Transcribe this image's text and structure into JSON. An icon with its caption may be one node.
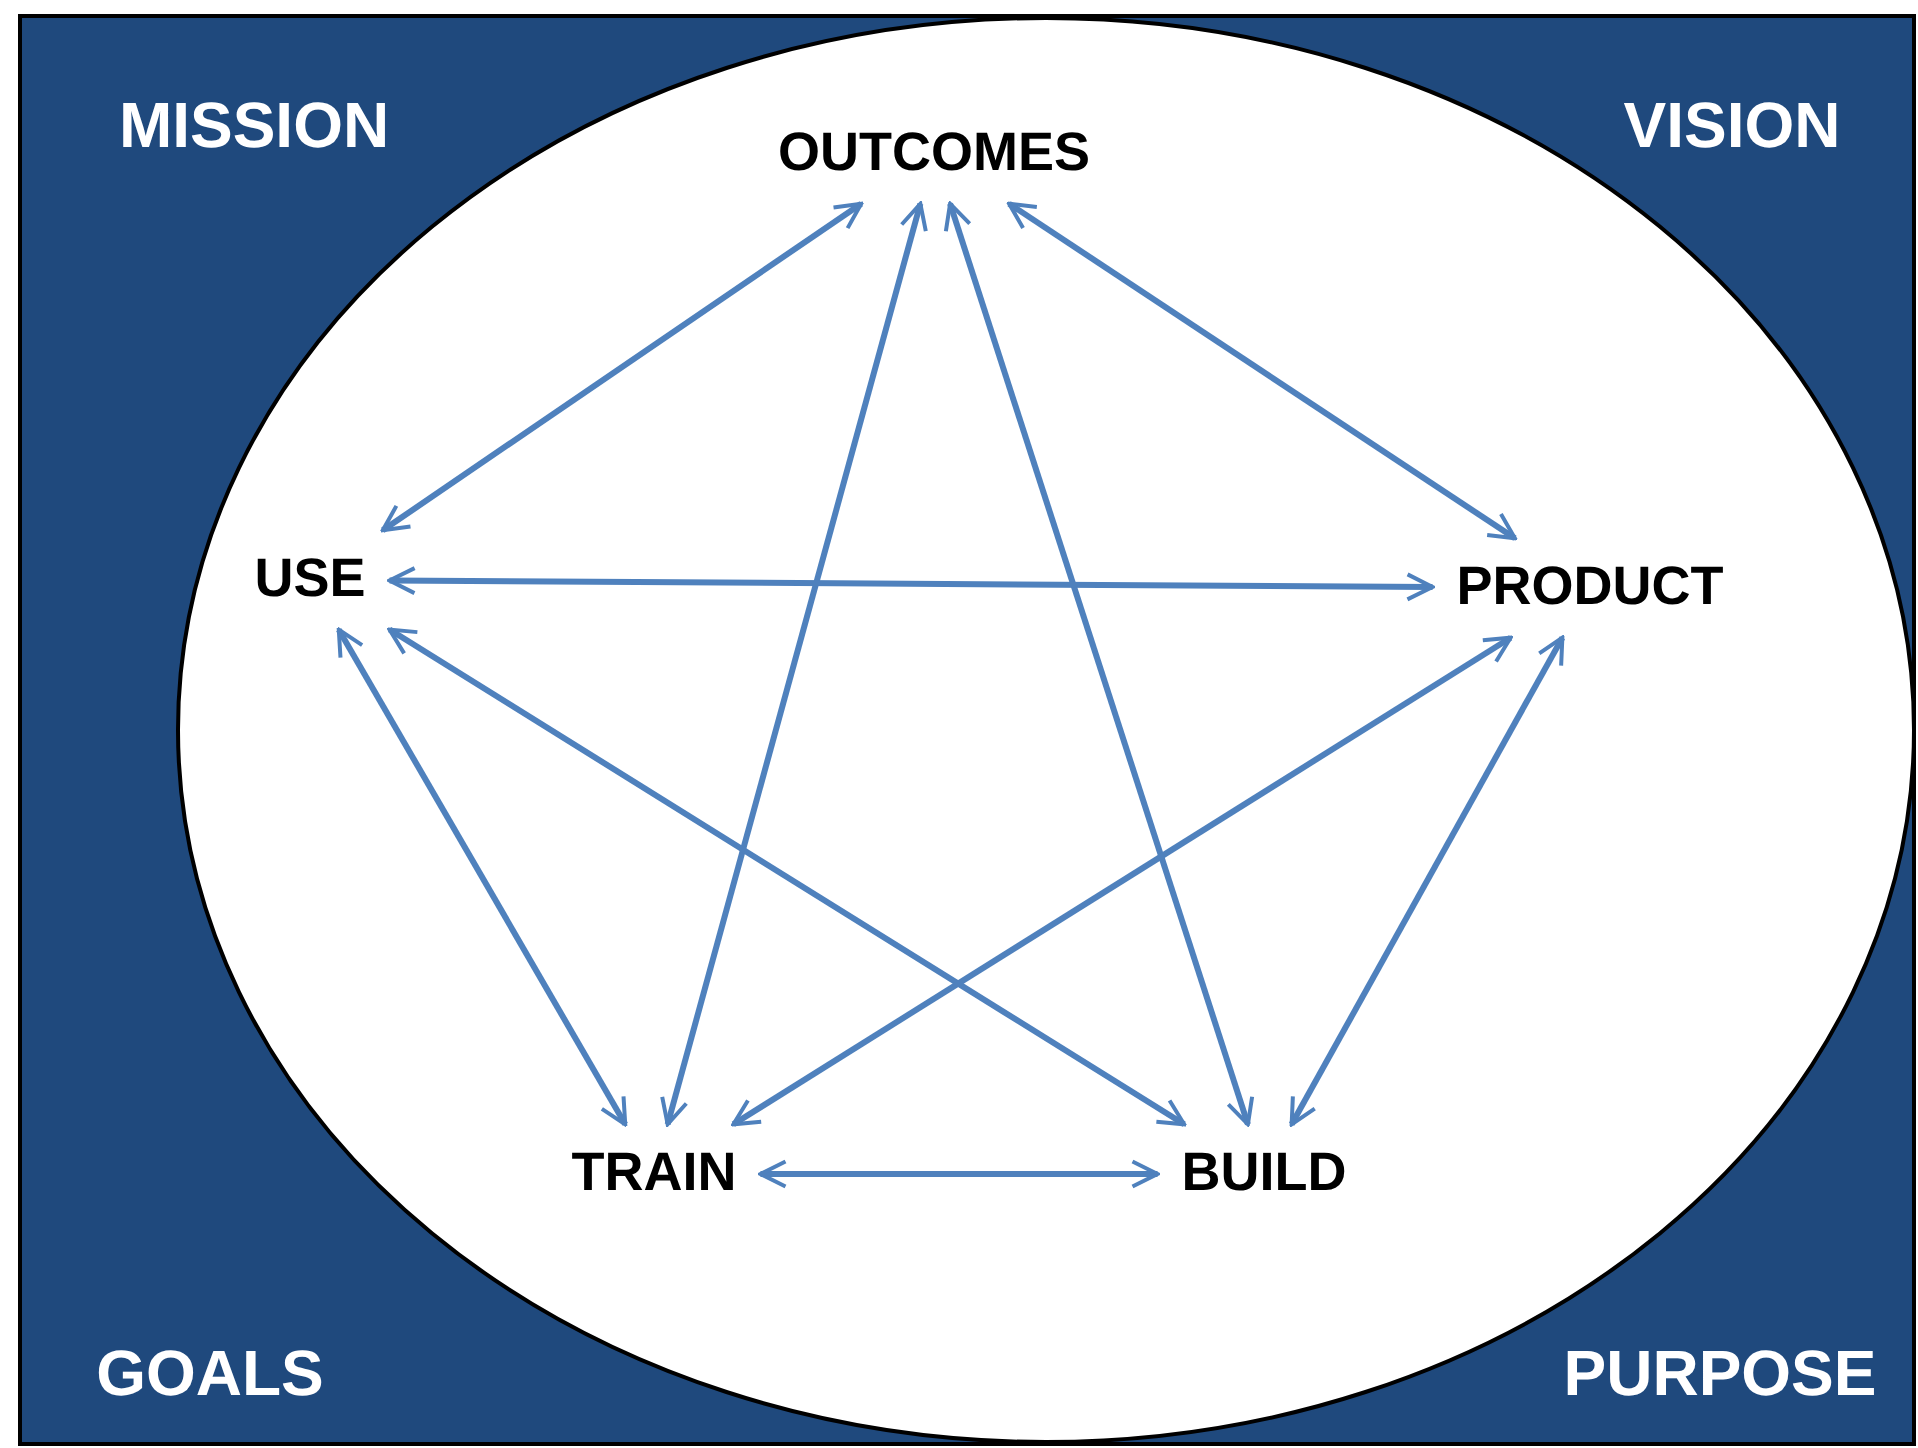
{
  "diagram": {
    "nodes": [
      {
        "text": [
          "OUTCOMES"
        ]
      },
      {
        "text": [
          "USE"
        ]
      },
      {
        "text": [
          "PRODUCT"
        ]
      },
      {
        "text": [
          "TRAIN"
        ]
      },
      {
        "text": [
          "BUILD"
        ]
      }
    ],
    "edges": [
      {
        "from": 0,
        "to": 1,
        "arrow": "both"
      },
      {
        "from": 0,
        "to": 2,
        "arrow": "both"
      },
      {
        "from": 0,
        "to": 3,
        "arrow": "both"
      },
      {
        "from": 0,
        "to": 4,
        "arrow": "both"
      },
      {
        "from": 1,
        "to": 2,
        "arrow": "both"
      },
      {
        "from": 1,
        "to": 4,
        "arrow": "both"
      },
      {
        "from": 1,
        "to": 3,
        "arrow": "both"
      },
      {
        "from": 2,
        "to": 3,
        "arrow": "both"
      },
      {
        "from": 2,
        "to": 4,
        "arrow": "both"
      },
      {
        "from": 3,
        "to": 4,
        "arrow": "both"
      }
    ],
    "labels": [
      "MISSION",
      "VISION",
      "GOALS",
      "PURPOSE"
    ]
  }
}
